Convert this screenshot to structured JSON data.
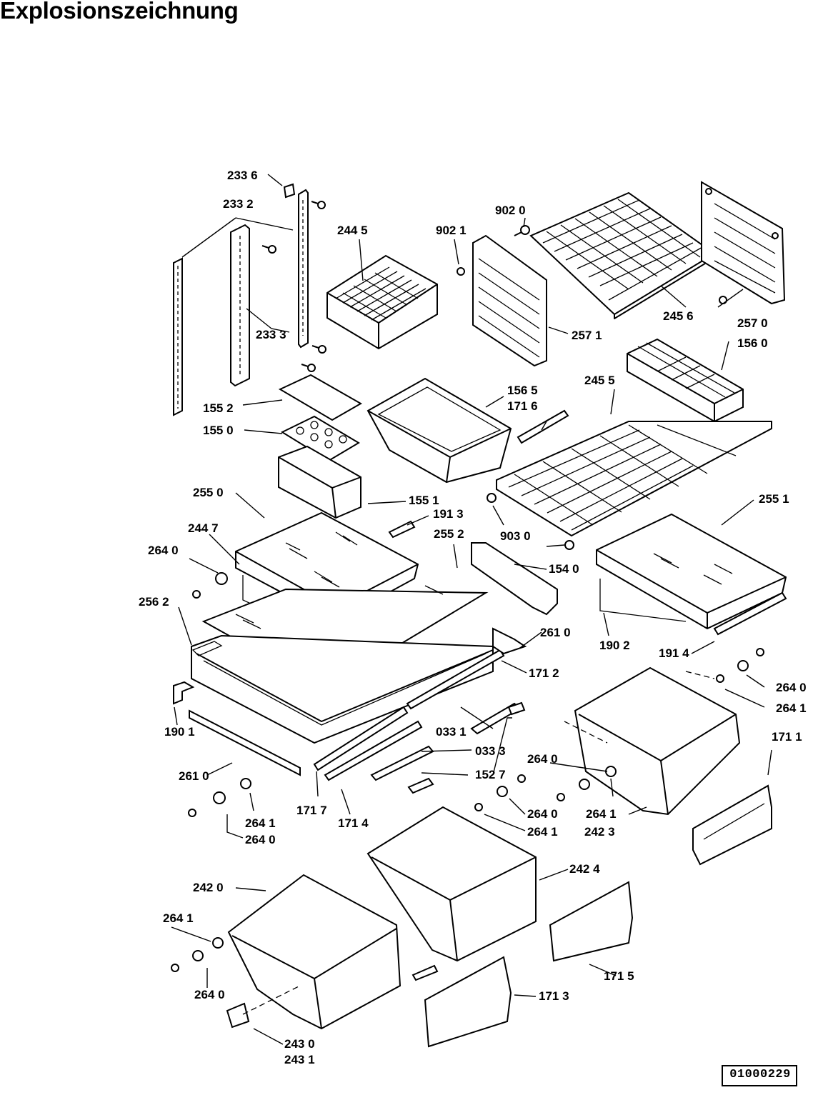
{
  "title": "Explosionszeichnung",
  "document_number": "01000229",
  "part_labels": [
    {
      "id": "l-2336",
      "text": "233 6"
    },
    {
      "id": "l-2332",
      "text": "233 2"
    },
    {
      "id": "l-2445",
      "text": "244  5"
    },
    {
      "id": "l-9021",
      "text": "902 1"
    },
    {
      "id": "l-9020",
      "text": "902 0"
    },
    {
      "id": "l-2333",
      "text": "233 3"
    },
    {
      "id": "l-2571",
      "text": "257 1"
    },
    {
      "id": "l-2456",
      "text": "245 6"
    },
    {
      "id": "l-2570",
      "text": "257 0"
    },
    {
      "id": "l-1560",
      "text": "156  0"
    },
    {
      "id": "l-2455",
      "text": "245 5"
    },
    {
      "id": "l-1565",
      "text": "156 5"
    },
    {
      "id": "l-1716",
      "text": "171 6"
    },
    {
      "id": "l-1552",
      "text": "155 2"
    },
    {
      "id": "l-1550",
      "text": "155 0"
    },
    {
      "id": "l-2550",
      "text": "255 0"
    },
    {
      "id": "l-1551",
      "text": "155 1"
    },
    {
      "id": "l-1913",
      "text": "191 3"
    },
    {
      "id": "l-2551",
      "text": "255 1"
    },
    {
      "id": "l-2447",
      "text": "244 7"
    },
    {
      "id": "l-2640a",
      "text": "264 0"
    },
    {
      "id": "l-2552",
      "text": "255 2"
    },
    {
      "id": "l-9030",
      "text": "903 0"
    },
    {
      "id": "l-1540",
      "text": "154 0"
    },
    {
      "id": "l-2562",
      "text": "256 2"
    },
    {
      "id": "l-2610a",
      "text": "261 0"
    },
    {
      "id": "l-1902",
      "text": "190 2"
    },
    {
      "id": "l-1914",
      "text": "191 4"
    },
    {
      "id": "l-1712",
      "text": "171 2"
    },
    {
      "id": "l-2640b",
      "text": "264 0"
    },
    {
      "id": "l-2641a",
      "text": "264 1"
    },
    {
      "id": "l-0331",
      "text": "033 1"
    },
    {
      "id": "l-1711",
      "text": "171 1"
    },
    {
      "id": "l-1901",
      "text": "190 1"
    },
    {
      "id": "l-0333",
      "text": "033 3"
    },
    {
      "id": "l-2640c",
      "text": "264 0"
    },
    {
      "id": "l-2610b",
      "text": "261 0"
    },
    {
      "id": "l-1527",
      "text": "152 7"
    },
    {
      "id": "l-2641b",
      "text": "264 1"
    },
    {
      "id": "l-2423",
      "text": "242 3"
    },
    {
      "id": "l-1717",
      "text": "171 7"
    },
    {
      "id": "l-1714",
      "text": "171 4"
    },
    {
      "id": "l-2641c",
      "text": "264 1"
    },
    {
      "id": "l-2640d",
      "text": "264 0"
    },
    {
      "id": "l-2640e",
      "text": "264 0"
    },
    {
      "id": "l-2641d",
      "text": "264 1"
    },
    {
      "id": "l-2424",
      "text": "242 4"
    },
    {
      "id": "l-2420",
      "text": "242  0"
    },
    {
      "id": "l-2641e",
      "text": "264 1"
    },
    {
      "id": "l-1715",
      "text": "171 5"
    },
    {
      "id": "l-2640f",
      "text": "264 0"
    },
    {
      "id": "l-1713",
      "text": "171 3"
    },
    {
      "id": "l-2430",
      "text": "243 0"
    },
    {
      "id": "l-2431",
      "text": "243 1"
    }
  ]
}
